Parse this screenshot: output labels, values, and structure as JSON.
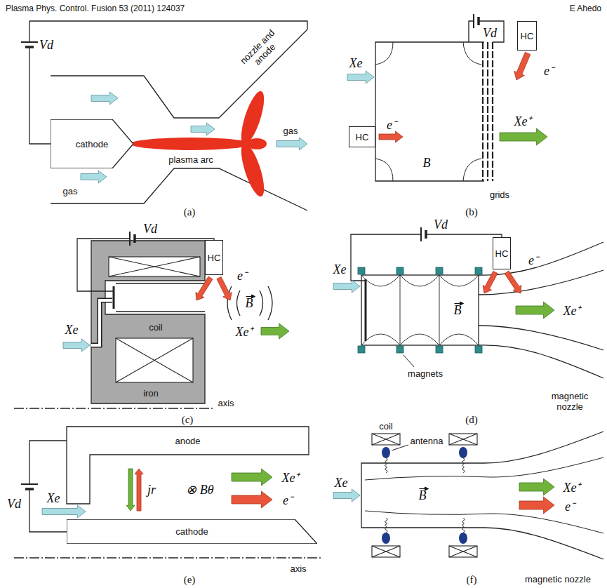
{
  "diagram": {
    "nodes": [
      {
        "text": [
          "cathode"
        ]
      },
      {
        "text": [
          "HC"
        ]
      },
      {
        "text": [
          "HC"
        ]
      },
      {
        "text": [
          "HC"
        ]
      },
      {
        "text": [
          "HC"
        ]
      },
      {
        "text": [
          "anode"
        ]
      },
      {
        "text": [
          "cathode"
        ]
      }
    ],
    "labels": [
      "Plasma Phys. Control. Fusion 53 (2011) 124037",
      "E Ahedo",
      "Vd",
      "nozzle and anode",
      "plasma arc",
      "gas",
      "gas",
      "(a)",
      "Vd",
      "Xe",
      "e⁻",
      "B",
      "grids",
      "e⁻",
      "Xe⁺",
      "(b)",
      "Vd",
      "Xe",
      "e⁻",
      "B",
      "Xe⁺",
      "coil",
      "iron",
      "axis",
      "(c)",
      "Vd",
      "Xe",
      "e⁻",
      "B",
      "Xe⁺",
      "magnets",
      "magnetic nozzle",
      "(d)",
      "Vd",
      "Xe",
      "jr",
      "⊗ Bθ",
      "Xe⁺",
      "e⁻",
      "axis",
      "(e)",
      "coil",
      "antenna",
      "Xe",
      "B",
      "Xe⁺",
      "e⁻",
      "magnetic nozzle",
      "(f)"
    ]
  }
}
